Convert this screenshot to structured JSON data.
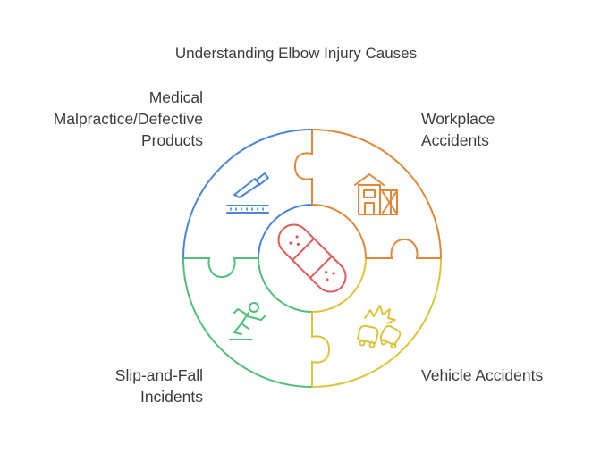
{
  "title": "Understanding Elbow Injury Causes",
  "segments": [
    {
      "id": "medical",
      "lines": [
        "Medical",
        "Malpractice/Defective",
        "Products"
      ],
      "color": "#4a86d6",
      "icon": "scalpel-icon"
    },
    {
      "id": "workplace",
      "lines": [
        "Workplace",
        "Accidents"
      ],
      "color": "#e0873a",
      "icon": "construction-building-icon"
    },
    {
      "id": "vehicle",
      "lines": [
        "Vehicle Accidents"
      ],
      "color": "#dcc43a",
      "icon": "car-crash-icon"
    },
    {
      "id": "slip",
      "lines": [
        "Slip-and-Fall",
        "Incidents"
      ],
      "color": "#4fbf7a",
      "icon": "falling-person-icon"
    }
  ],
  "center": {
    "icon": "bandage-icon",
    "color": "#e05a5a"
  }
}
